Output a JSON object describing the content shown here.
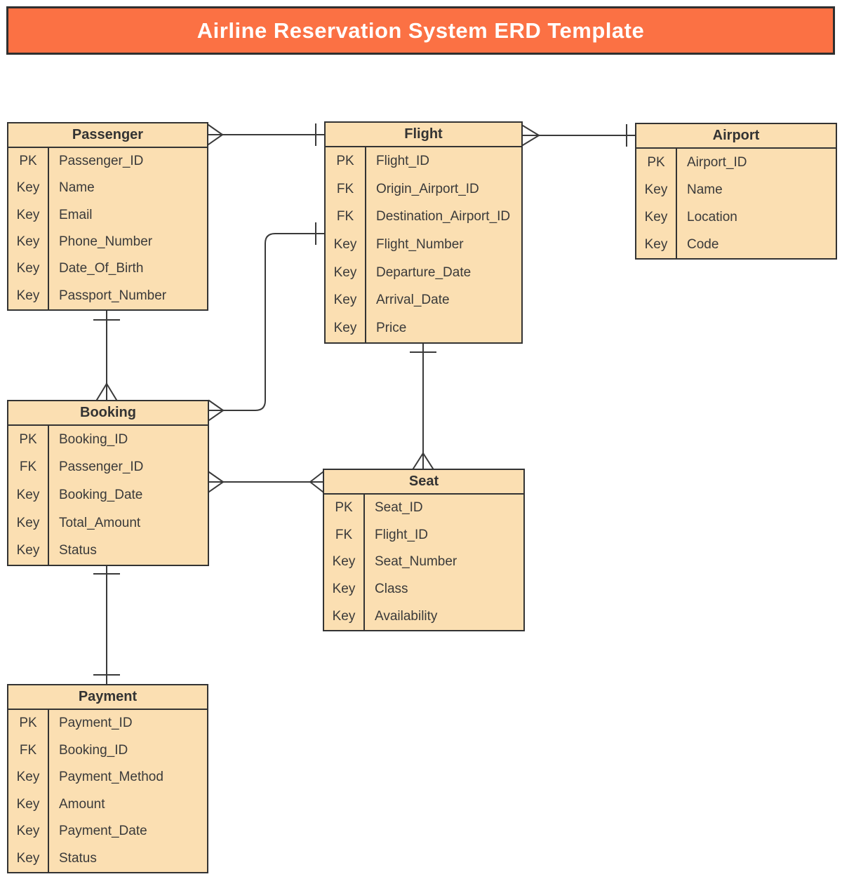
{
  "title": "Airline Reservation System ERD Template",
  "colors": {
    "banner_fill": "#fb7144",
    "banner_border": "#2f2f2f",
    "entity_fill": "#fbdfb2",
    "entity_border": "#333333",
    "connector_line": "#3a3a3a",
    "title_text": "#ffffff",
    "body_text": "#3a3a3a"
  },
  "entities": {
    "passenger": {
      "name": "Passenger",
      "rows": [
        {
          "key": "PK",
          "attr": "Passenger_ID"
        },
        {
          "key": "Key",
          "attr": "Name"
        },
        {
          "key": "Key",
          "attr": "Email"
        },
        {
          "key": "Key",
          "attr": "Phone_Number"
        },
        {
          "key": "Key",
          "attr": "Date_Of_Birth"
        },
        {
          "key": "Key",
          "attr": "Passport_Number"
        }
      ]
    },
    "flight": {
      "name": "Flight",
      "rows": [
        {
          "key": "PK",
          "attr": "Flight_ID"
        },
        {
          "key": "FK",
          "attr": "Origin_Airport_ID"
        },
        {
          "key": "FK",
          "attr": "Destination_Airport_ID"
        },
        {
          "key": "Key",
          "attr": "Flight_Number"
        },
        {
          "key": "Key",
          "attr": "Departure_Date"
        },
        {
          "key": "Key",
          "attr": "Arrival_Date"
        },
        {
          "key": "Key",
          "attr": "Price"
        }
      ]
    },
    "airport": {
      "name": "Airport",
      "rows": [
        {
          "key": "PK",
          "attr": "Airport_ID"
        },
        {
          "key": "Key",
          "attr": "Name"
        },
        {
          "key": "Key",
          "attr": "Location"
        },
        {
          "key": "Key",
          "attr": "Code"
        }
      ]
    },
    "booking": {
      "name": "Booking",
      "rows": [
        {
          "key": "PK",
          "attr": "Booking_ID"
        },
        {
          "key": "FK",
          "attr": "Passenger_ID"
        },
        {
          "key": "Key",
          "attr": "Booking_Date"
        },
        {
          "key": "Key",
          "attr": "Total_Amount"
        },
        {
          "key": "Key",
          "attr": "Status"
        }
      ]
    },
    "seat": {
      "name": "Seat",
      "rows": [
        {
          "key": "PK",
          "attr": "Seat_ID"
        },
        {
          "key": "FK",
          "attr": "Flight_ID"
        },
        {
          "key": "Key",
          "attr": "Seat_Number"
        },
        {
          "key": "Key",
          "attr": "Class"
        },
        {
          "key": "Key",
          "attr": "Availability"
        }
      ]
    },
    "payment": {
      "name": "Payment",
      "rows": [
        {
          "key": "PK",
          "attr": "Payment_ID"
        },
        {
          "key": "FK",
          "attr": "Booking_ID"
        },
        {
          "key": "Key",
          "attr": "Payment_Method"
        },
        {
          "key": "Key",
          "attr": "Amount"
        },
        {
          "key": "Key",
          "attr": "Payment_Date"
        },
        {
          "key": "Key",
          "attr": "Status"
        }
      ]
    }
  },
  "relationships": [
    {
      "from": "Passenger",
      "to": "Flight",
      "from_cardinality": "many",
      "to_cardinality": "one",
      "notation": "crow-foot at Passenger, bar at Flight"
    },
    {
      "from": "Flight",
      "to": "Airport",
      "from_cardinality": "many",
      "to_cardinality": "one",
      "notation": "crow-foot at Flight, bar at Airport"
    },
    {
      "from": "Passenger",
      "to": "Booking",
      "from_cardinality": "one",
      "to_cardinality": "many",
      "notation": "bar at Passenger, crow-foot at Booking"
    },
    {
      "from": "Booking",
      "to": "Flight",
      "from_cardinality": "many",
      "to_cardinality": "one",
      "notation": "crow-foot at Booking, bar at Flight"
    },
    {
      "from": "Flight",
      "to": "Seat",
      "from_cardinality": "one",
      "to_cardinality": "many",
      "notation": "bar at Flight, crow-foot at Seat"
    },
    {
      "from": "Booking",
      "to": "Seat",
      "from_cardinality": "many",
      "to_cardinality": "many",
      "notation": "crow-foot at both ends"
    },
    {
      "from": "Booking",
      "to": "Payment",
      "from_cardinality": "one",
      "to_cardinality": "one",
      "notation": "bar at both ends"
    }
  ]
}
